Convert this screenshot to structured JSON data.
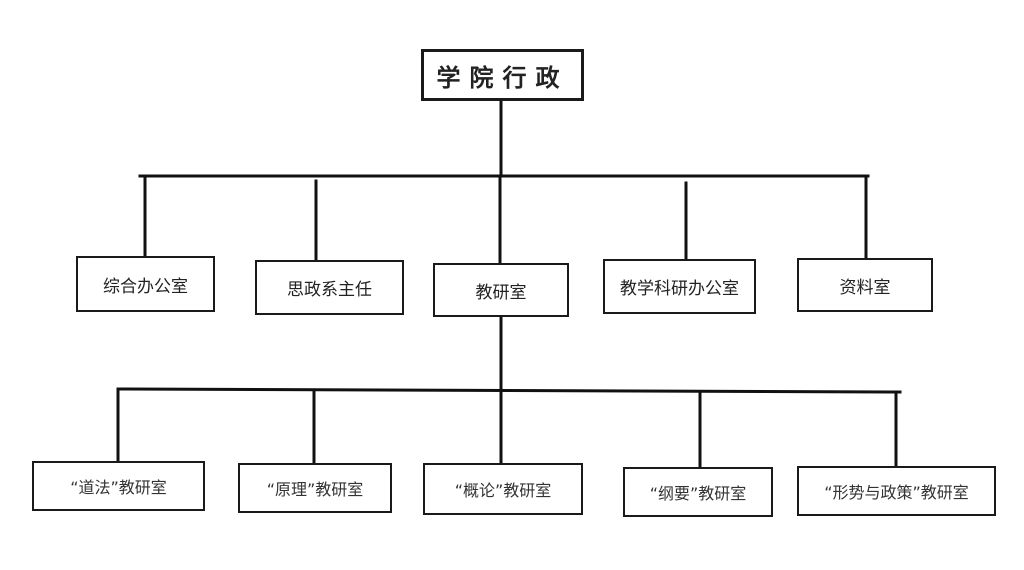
{
  "org_chart": {
    "root": "学院行政",
    "departments": [
      "综合办公室",
      "思政系主任",
      "教研室",
      "教学科研办公室",
      "资料室"
    ],
    "teaching_offices": [
      "“道法”教研室",
      "“原理”教研室",
      "“概论”教研室",
      "“纲要”教研室",
      "“形势与政策”教研室"
    ]
  }
}
